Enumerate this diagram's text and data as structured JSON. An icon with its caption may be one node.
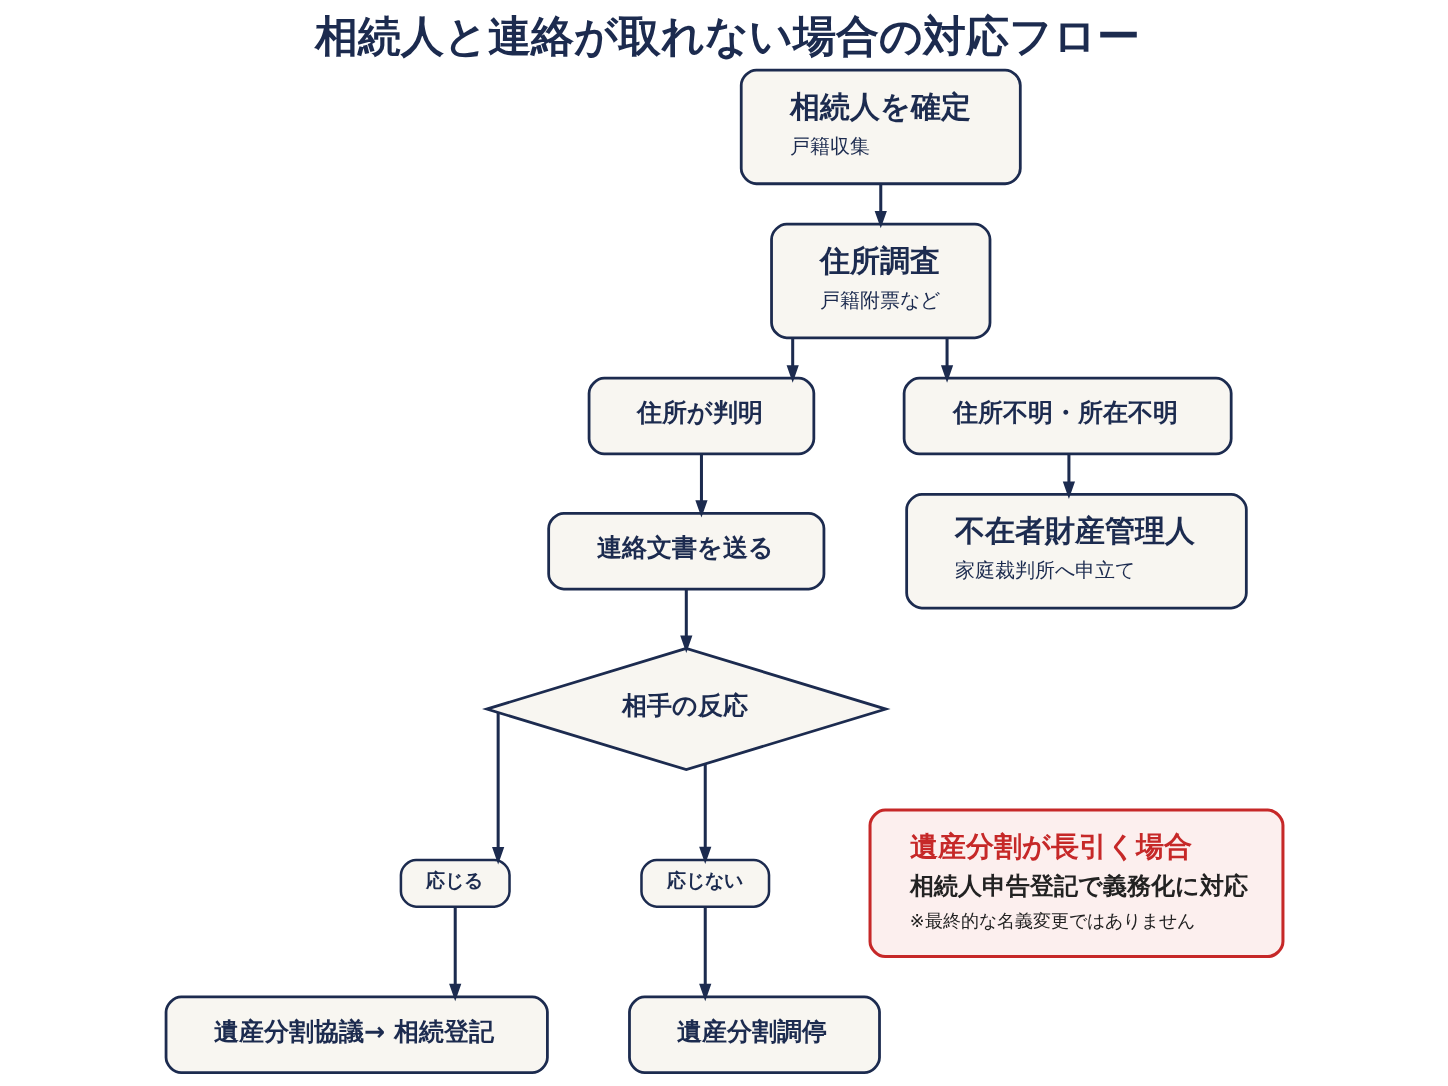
{
  "diagram": {
    "title": "相続人と連絡が取れない場合の対応フロー",
    "nodes": [
      {
        "text": [
          "相続人を確定",
          "戸籍収集"
        ]
      },
      {
        "text": [
          "住所調査",
          "戸籍附票など"
        ]
      },
      {
        "text": [
          "住所が判明"
        ]
      },
      {
        "text": [
          "住所不明・所在不明"
        ]
      },
      {
        "text": [
          "連絡文書を送る"
        ]
      },
      {
        "text": [
          "不在者財産管理人",
          "家庭裁判所へ申立て"
        ]
      },
      {
        "text": [
          "相手の反応"
        ]
      },
      {
        "text": [
          "応じる"
        ]
      },
      {
        "text": [
          "応じない"
        ]
      },
      {
        "text": [
          "遺産分割協議→ 相続登記"
        ]
      },
      {
        "text": [
          "遺産分割調停"
        ]
      },
      {
        "text": [
          "遺産分割が長引く場合",
          "相続人申告登記で義務化に対応",
          "※最終的な名義変更ではありません"
        ]
      }
    ],
    "edges": [
      {
        "from": 0,
        "to": 1,
        "arrow": "to"
      },
      {
        "from": 1,
        "to": 2,
        "arrow": "to"
      },
      {
        "from": 1,
        "to": 3,
        "arrow": "to"
      },
      {
        "from": 2,
        "to": 4,
        "arrow": "to"
      },
      {
        "from": 3,
        "to": 5,
        "arrow": "to"
      },
      {
        "from": 4,
        "to": 6,
        "arrow": "to"
      },
      {
        "from": 6,
        "to": 7,
        "arrow": "to"
      },
      {
        "from": 6,
        "to": 8,
        "arrow": "to"
      },
      {
        "from": 7,
        "to": 9,
        "arrow": "to"
      },
      {
        "from": 8,
        "to": 10,
        "arrow": "to"
      }
    ]
  }
}
